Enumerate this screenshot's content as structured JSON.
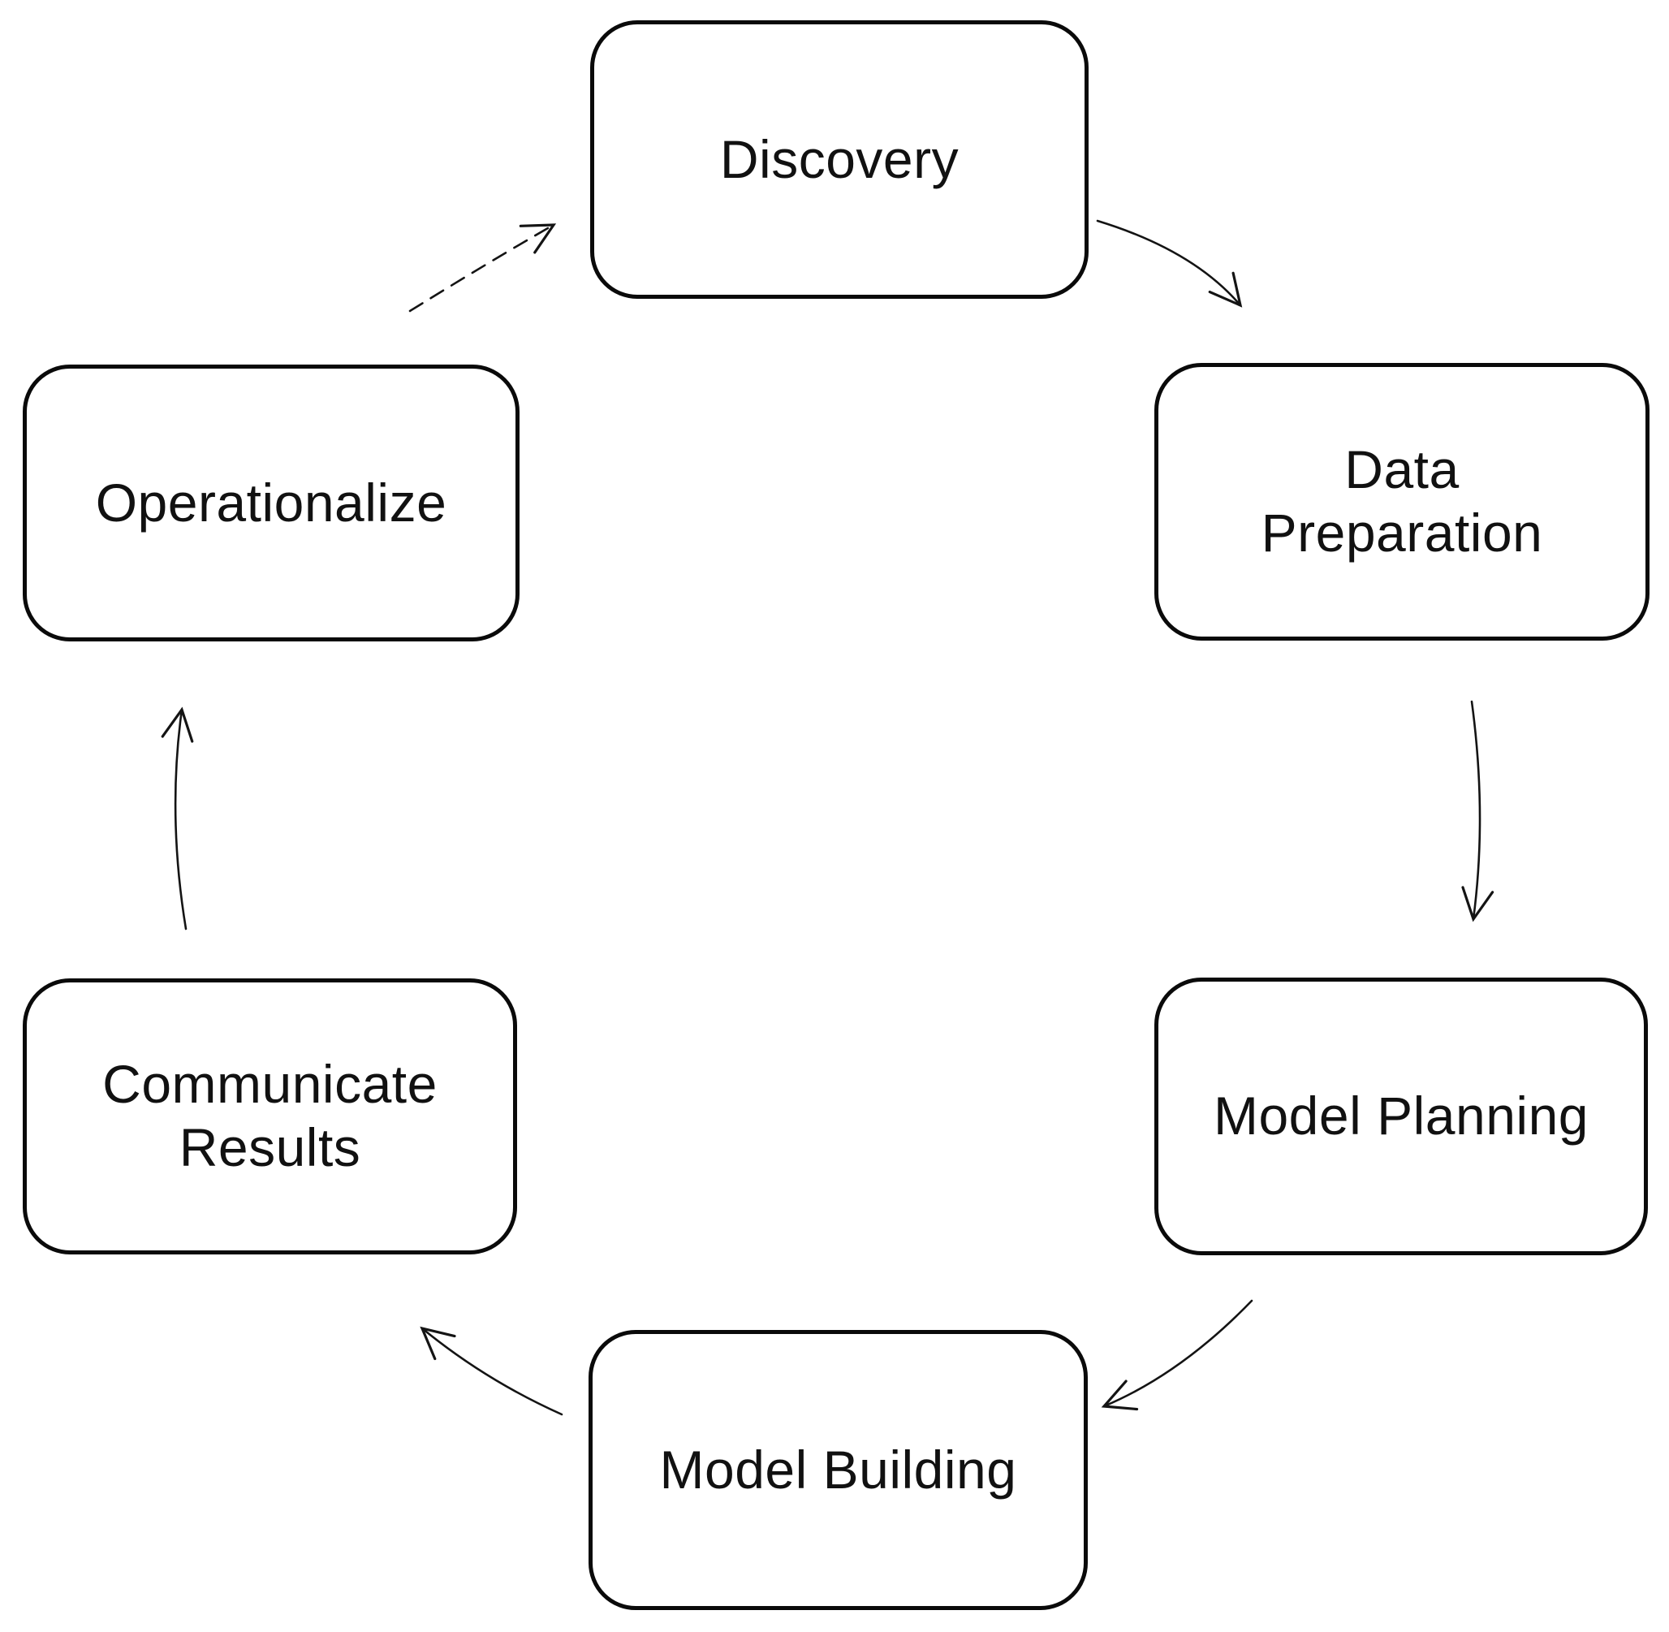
{
  "diagram": {
    "type": "cycle",
    "background_color": "#ffffff",
    "node_fill_color": "#ffffff",
    "node_border_color": "#0a0a0a",
    "text_color": "#111111",
    "arrow_color": "#141414",
    "nodes": [
      {
        "id": "discovery",
        "label": "Discovery"
      },
      {
        "id": "data-preparation",
        "label": "Data\nPreparation"
      },
      {
        "id": "model-planning",
        "label": "Model Planning"
      },
      {
        "id": "model-building",
        "label": "Model Building"
      },
      {
        "id": "communicate-results",
        "label": "Communicate\nResults"
      },
      {
        "id": "operationalize",
        "label": "Operationalize"
      }
    ],
    "edges": [
      {
        "from": "Discovery",
        "to": "Data Preparation",
        "style": "solid"
      },
      {
        "from": "Data Preparation",
        "to": "Model Planning",
        "style": "solid"
      },
      {
        "from": "Model Planning",
        "to": "Model Building",
        "style": "solid"
      },
      {
        "from": "Model Building",
        "to": "Communicate Results",
        "style": "solid"
      },
      {
        "from": "Communicate Results",
        "to": "Operationalize",
        "style": "solid"
      },
      {
        "from": "Operationalize",
        "to": "Discovery",
        "style": "dashed"
      }
    ]
  }
}
